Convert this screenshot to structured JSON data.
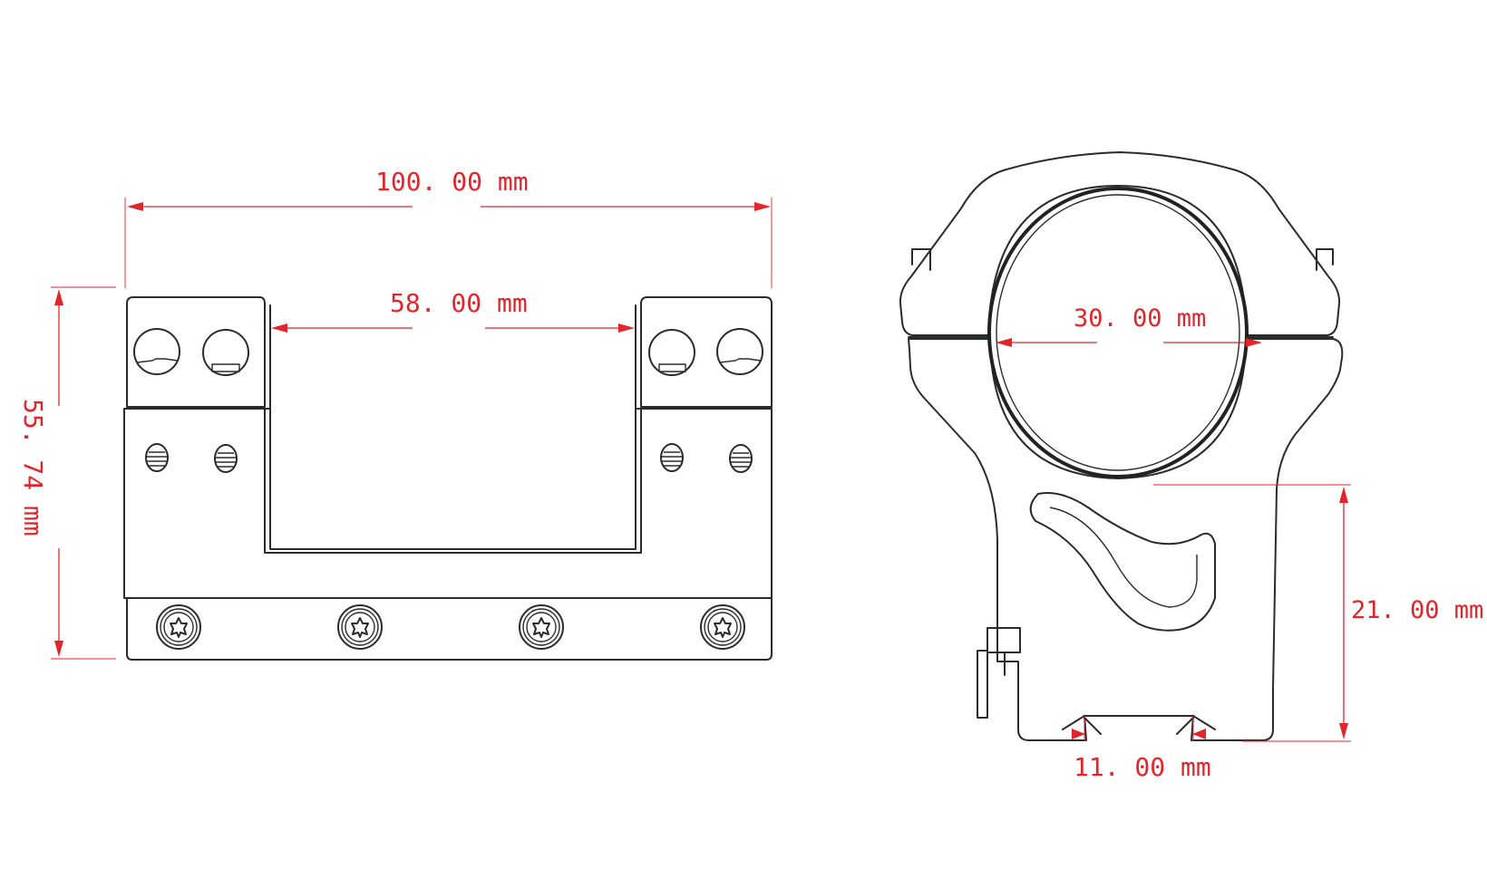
{
  "dimensions": {
    "overall_length": "100. 00 mm",
    "gap_between_rings": "58. 00 mm",
    "overall_height": "55. 74 mm",
    "tube_diameter": "30. 00 mm",
    "center_height": "21. 00 mm",
    "rail_slot_width": "11. 00 mm"
  },
  "colors": {
    "dimension": "#e0252b",
    "outline": "#2b2b2b",
    "background": "#ffffff"
  }
}
